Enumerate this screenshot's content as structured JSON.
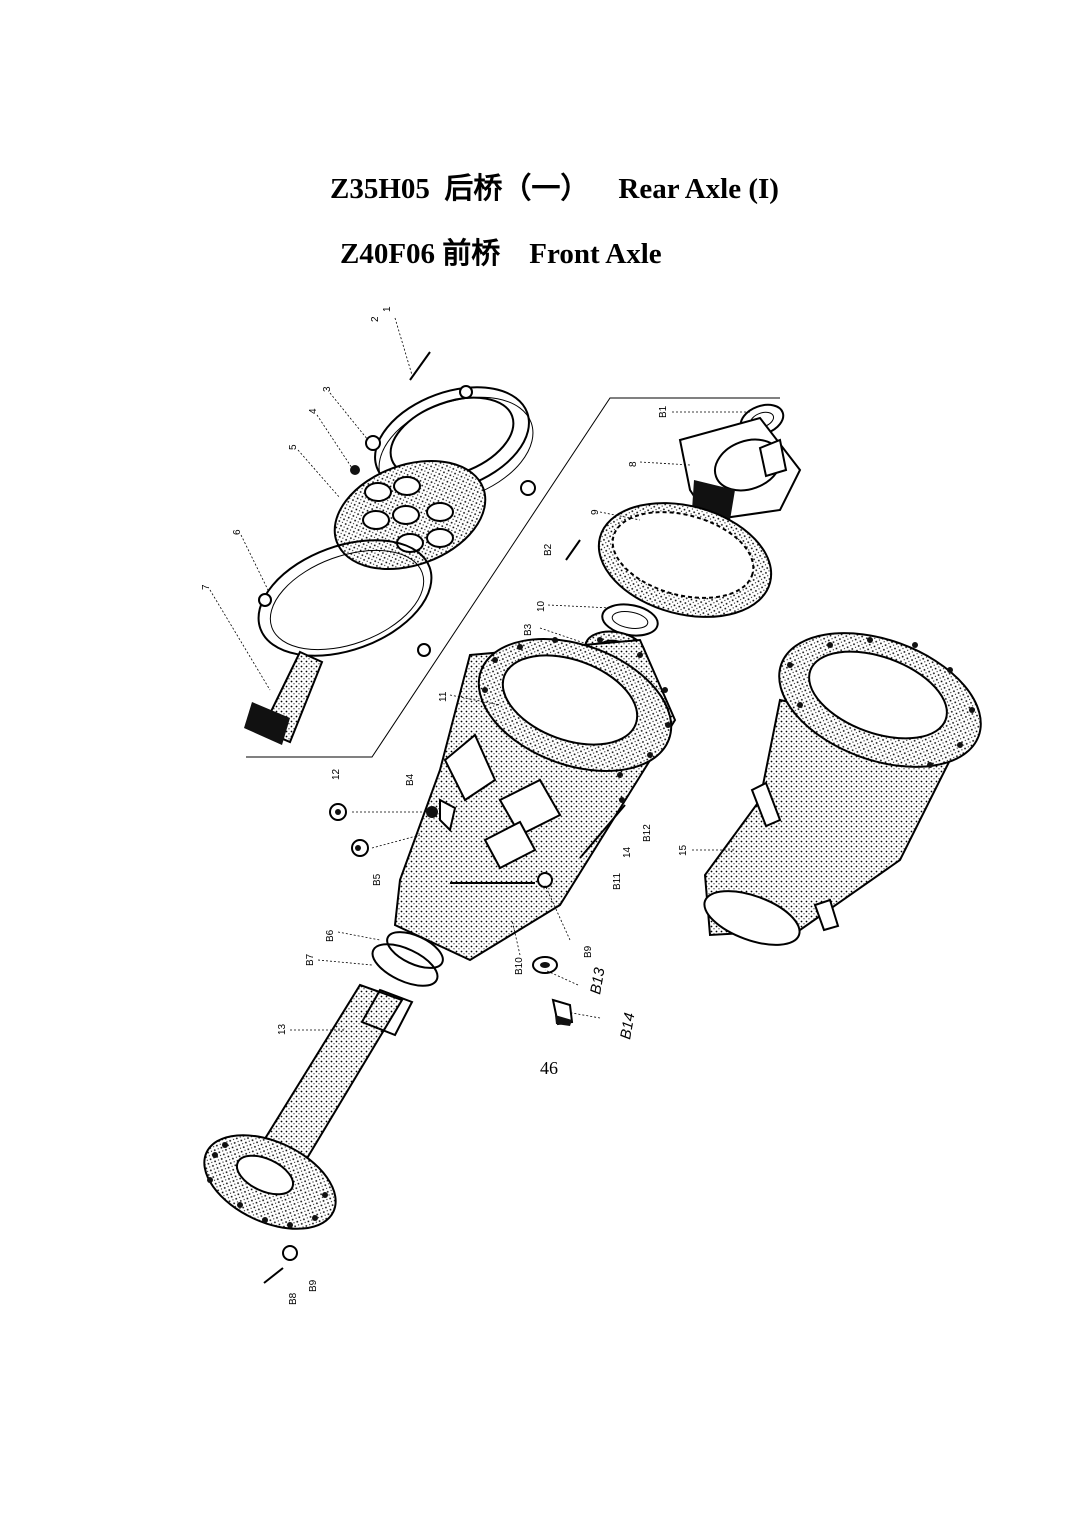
{
  "heading": {
    "line1": "Z35H05  后桥（一）    Rear Axle (I)",
    "line2": "Z40F06 前桥    Front Axle"
  },
  "page_number": "46",
  "part_labels": {
    "p1": "1",
    "p2": "2",
    "p3": "3",
    "p4": "4",
    "p5": "5",
    "p6": "6",
    "p7": "7",
    "p8": "8",
    "p9": "9",
    "p10": "10",
    "p11": "11",
    "p12": "12",
    "p13": "13",
    "p14": "14",
    "p15": "15",
    "b1": "B1",
    "b2": "B2",
    "b3": "B3",
    "b4": "B4",
    "b5": "B5",
    "b6": "B6",
    "b7": "B7",
    "b8": "B8",
    "b9a": "B9",
    "b9b": "B9",
    "b10": "B10",
    "b11": "B11",
    "b12": "B12",
    "b13": "B13",
    "b14": "B14"
  }
}
